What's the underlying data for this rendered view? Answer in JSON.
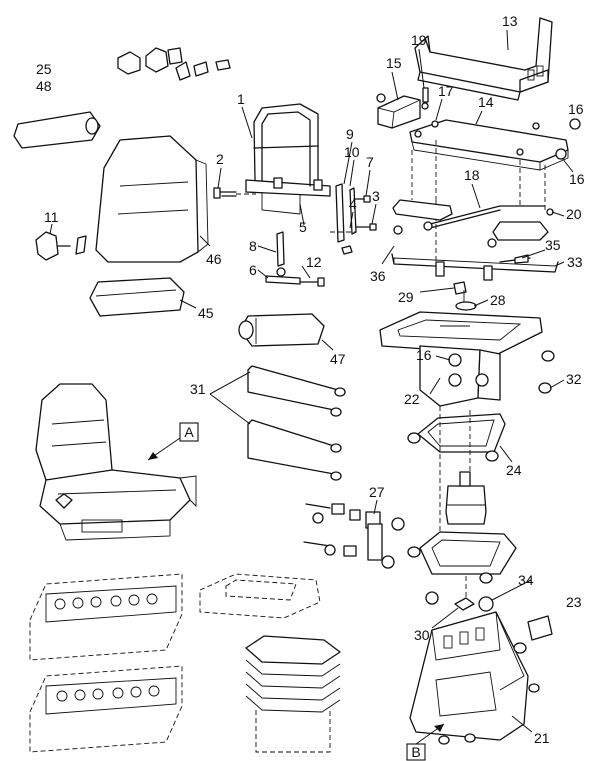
{
  "callouts": [
    {
      "id": "c13",
      "text": "13"
    },
    {
      "id": "c19",
      "text": "19"
    },
    {
      "id": "c15",
      "text": "15"
    },
    {
      "id": "c16a",
      "text": "16"
    },
    {
      "id": "c17",
      "text": "17"
    },
    {
      "id": "c14",
      "text": "14"
    },
    {
      "id": "c16b",
      "text": "16"
    },
    {
      "id": "c25",
      "text": "25"
    },
    {
      "id": "c48",
      "text": "48"
    },
    {
      "id": "c1",
      "text": "1"
    },
    {
      "id": "c9",
      "text": "9"
    },
    {
      "id": "c10",
      "text": "10"
    },
    {
      "id": "c7",
      "text": "7"
    },
    {
      "id": "c2",
      "text": "2"
    },
    {
      "id": "c18",
      "text": "18"
    },
    {
      "id": "c3",
      "text": "3"
    },
    {
      "id": "c4",
      "text": "4"
    },
    {
      "id": "c5",
      "text": "5"
    },
    {
      "id": "c20",
      "text": "20"
    },
    {
      "id": "c11",
      "text": "11"
    },
    {
      "id": "c46",
      "text": "46"
    },
    {
      "id": "c8",
      "text": "8"
    },
    {
      "id": "c36",
      "text": "36"
    },
    {
      "id": "c35",
      "text": "35"
    },
    {
      "id": "c33",
      "text": "33"
    },
    {
      "id": "c6",
      "text": "6"
    },
    {
      "id": "c12",
      "text": "12"
    },
    {
      "id": "c29",
      "text": "29"
    },
    {
      "id": "c28",
      "text": "28"
    },
    {
      "id": "c45",
      "text": "45"
    },
    {
      "id": "c47",
      "text": "47"
    },
    {
      "id": "c16c",
      "text": "16"
    },
    {
      "id": "c31",
      "text": "31"
    },
    {
      "id": "c32",
      "text": "32"
    },
    {
      "id": "c22",
      "text": "22"
    },
    {
      "id": "c24",
      "text": "24"
    },
    {
      "id": "c27",
      "text": "27"
    },
    {
      "id": "c34",
      "text": "34"
    },
    {
      "id": "c23",
      "text": "23"
    },
    {
      "id": "c30",
      "text": "30"
    },
    {
      "id": "c21",
      "text": "21"
    }
  ],
  "views": {
    "a": "A",
    "b": "B"
  }
}
